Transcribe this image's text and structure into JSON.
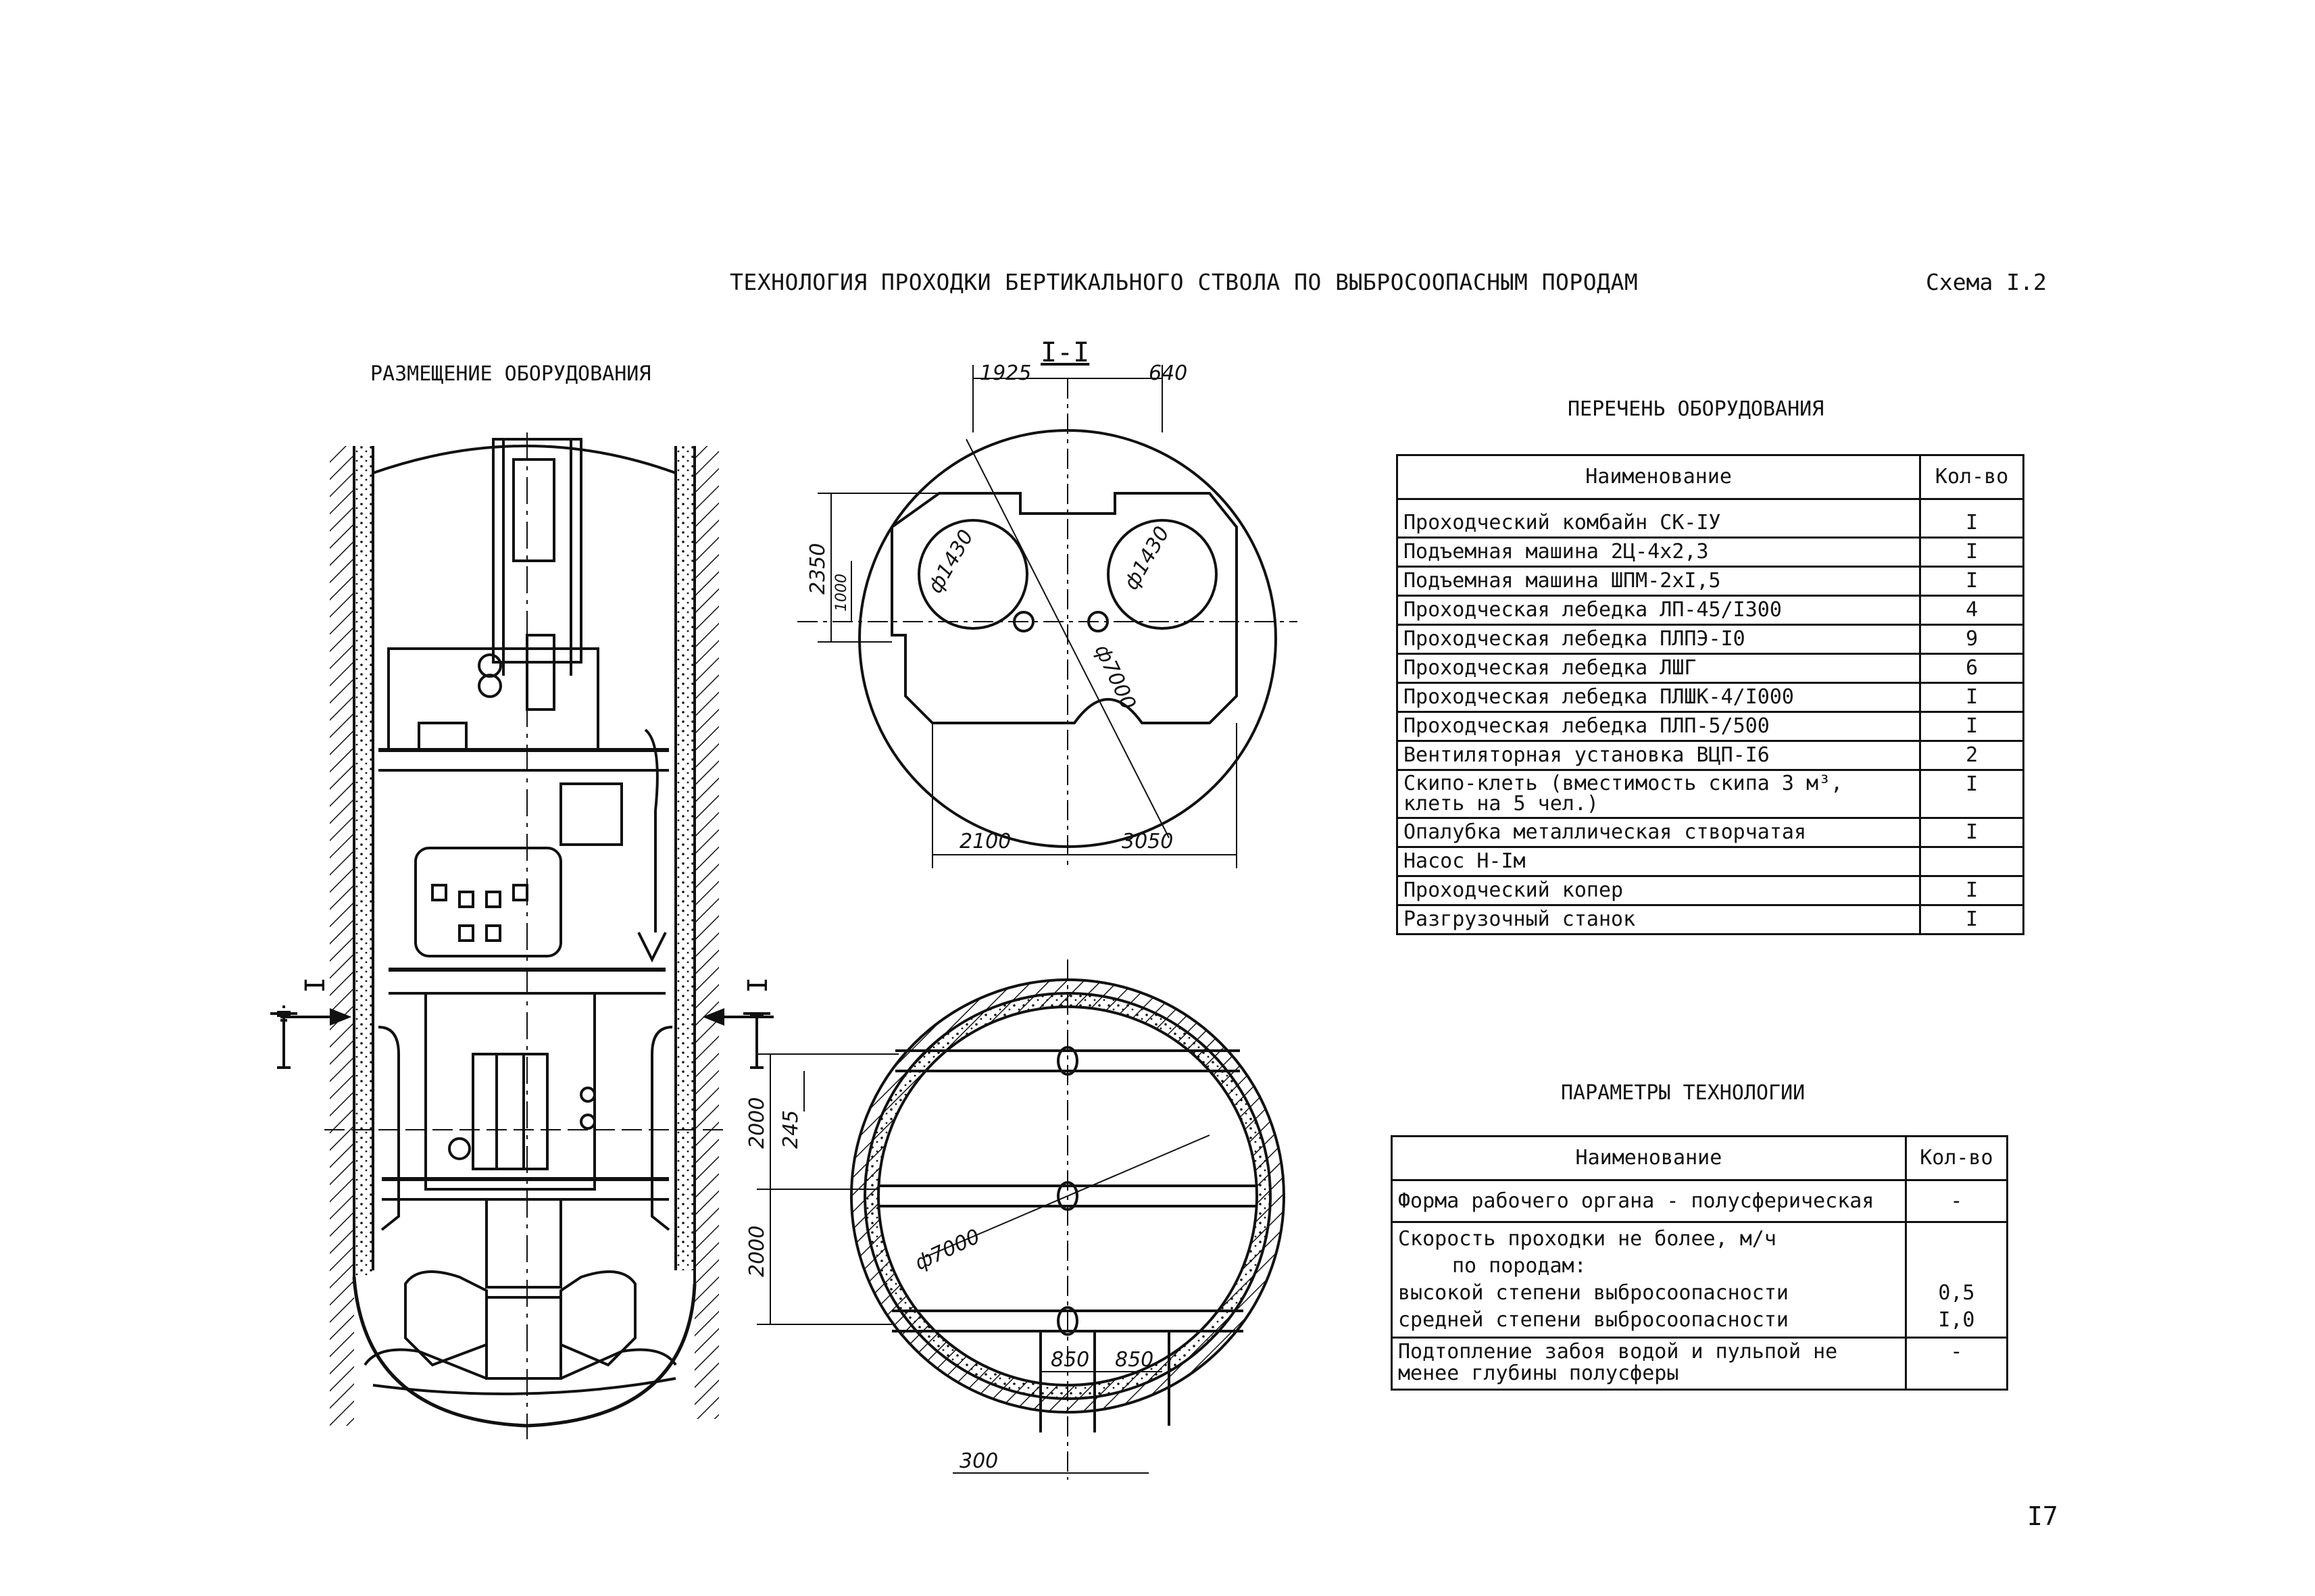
{
  "header": {
    "title": "ТЕХНОЛОГИЯ ПРОХОДКИ БЕРТИКАЛЬНОГО СТВОЛА ПО ВЫБРОСООПАСНЫМ ПОРОДАМ",
    "scheme": "Схема I.2",
    "page_number": "I7"
  },
  "placement": {
    "title": "РАЗМЕЩЕНИЕ ОБОРУДОВАНИЯ",
    "section_marks": [
      "I",
      "I"
    ]
  },
  "section": {
    "label": "I-I",
    "dims": {
      "top_left": "1925",
      "top_right": "640",
      "left_outer": "2350",
      "left_inner": "1000",
      "pipe_left": "ф1430",
      "pipe_right": "ф1430",
      "diameter": "ф7000",
      "bottom_left": "2100",
      "bottom_right": "3050"
    }
  },
  "plan": {
    "dims": {
      "upper": "2000",
      "small": "245",
      "lower": "2000",
      "diameter": "ф7000",
      "gap_left": "850",
      "gap_right": "850",
      "bottom": "300"
    }
  },
  "equipment": {
    "title": "ПЕРЕЧЕНЬ ОБОРУДОВАНИЯ",
    "columns": [
      "Наименование",
      "Кол-во"
    ],
    "rows": [
      {
        "name": "Проходческий комбайн СК-IУ",
        "qty": "I"
      },
      {
        "name": "Подъемная машина 2Ц-4х2,3",
        "qty": "I"
      },
      {
        "name": "Подъемная машина ШПМ-2хI,5",
        "qty": "I"
      },
      {
        "name": "Проходческая лебедка ЛП-45/I300",
        "qty": "4"
      },
      {
        "name": "Проходческая лебедка ПЛПЭ-I0",
        "qty": "9"
      },
      {
        "name": "Проходческая лебедка ЛШГ",
        "qty": "6"
      },
      {
        "name": "Проходческая лебедка ПЛШК-4/I000",
        "qty": "I"
      },
      {
        "name": "Проходческая лебедка ПЛП-5/500",
        "qty": "I"
      },
      {
        "name": "Вентиляторная установка ВЦП-I6",
        "qty": "2"
      },
      {
        "name": "Скипо-клеть (вместимость скипа 3 м³, клеть на 5 чел.)",
        "qty": "I"
      },
      {
        "name": "Опалубка металлическая створчатая",
        "qty": "I"
      },
      {
        "name": "Насос Н-Iм",
        "qty": ""
      },
      {
        "name": "Проходческий копер",
        "qty": "I"
      },
      {
        "name": "Разгрузочный станок",
        "qty": "I"
      }
    ]
  },
  "parameters": {
    "title": "ПАРАМЕТРЫ ТЕХНОЛОГИИ",
    "columns": [
      "Наименование",
      "Кол-во"
    ],
    "rows": [
      {
        "name": "Форма рабочего органа - полусферическая",
        "qty": "-"
      },
      {
        "name": "Скорость проходки не более, м/ч",
        "qty": ""
      },
      {
        "name": "по породам:",
        "qty": ""
      },
      {
        "name": "высокой степени выбросоопасности",
        "qty": "0,5"
      },
      {
        "name": "средней степени выбросоопасности",
        "qty": "I,0"
      },
      {
        "name": "Подтопление забоя водой и пульпой не менее глубины полусферы",
        "qty": "-"
      }
    ]
  }
}
